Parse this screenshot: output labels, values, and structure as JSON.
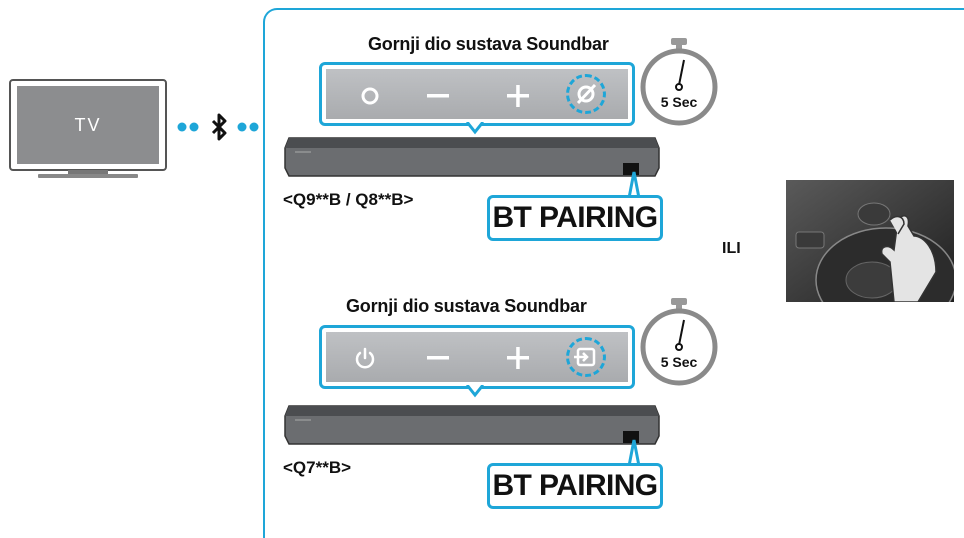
{
  "tv": {
    "label": "TV"
  },
  "connector": {
    "icon": "bluetooth-icon"
  },
  "or_label": "ILI",
  "sections": [
    {
      "title": "Gornji dio sustava Soundbar",
      "model": "<Q9**B / Q8**B>",
      "buttons": [
        "power-icon",
        "volume-down-icon",
        "volume-up-icon",
        "bluetooth-icon"
      ],
      "timer": "5 Sec",
      "pairing": "BT PAIRING"
    },
    {
      "title": "Gornji dio sustava Soundbar",
      "model": "<Q7**B>",
      "buttons": [
        "power-icon",
        "volume-down-icon",
        "volume-up-icon",
        "input-source-icon"
      ],
      "timer": "5 Sec",
      "pairing": "BT PAIRING"
    }
  ],
  "colors": {
    "accent": "#1ea6d8",
    "tv_screen": "#8c8d8f",
    "bar": "#6b6d70",
    "text": "#111111"
  }
}
